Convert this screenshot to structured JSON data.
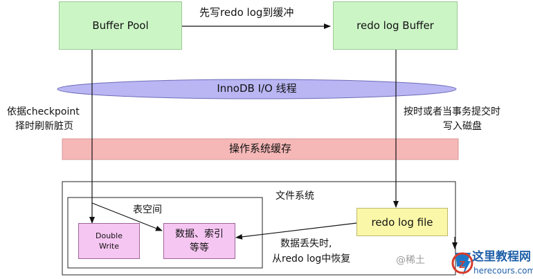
{
  "nodes": {
    "buffer_pool": "Buffer Pool",
    "redo_log_buffer": "redo log Buffer",
    "io_thread": "InnoDB I/O 线程",
    "os_cache": "操作系统缓存",
    "file_system": "文件系统",
    "tablespace": "表空间",
    "double_write_line1": "Double",
    "double_write_line2": "Write",
    "data_index_line1": "数据、索引",
    "data_index_line2": "等等",
    "redo_log_file": "redo log file"
  },
  "edges": {
    "write_redo_first": "先写redo log到缓冲",
    "checkpoint_line1": "依据checkpoint",
    "checkpoint_line2": "择时刷新脏页",
    "commit_line1": "按时或者当事务提交时",
    "commit_line2": "写入磁盘",
    "recover_line1": "数据丢失时,",
    "recover_line2": "从redo log中恢复"
  },
  "watermark": {
    "juejin": "@稀土",
    "site_name": "这里教程网",
    "site_url": "herecours.com"
  },
  "colors": {
    "buffer_fill": "#ccf5c6",
    "io_ellipse": "#b9b6f3",
    "os_cache_band": "#f6b7b7",
    "redo_file_fill": "#fbf7a8",
    "storage_fill": "#f6c6f2"
  }
}
